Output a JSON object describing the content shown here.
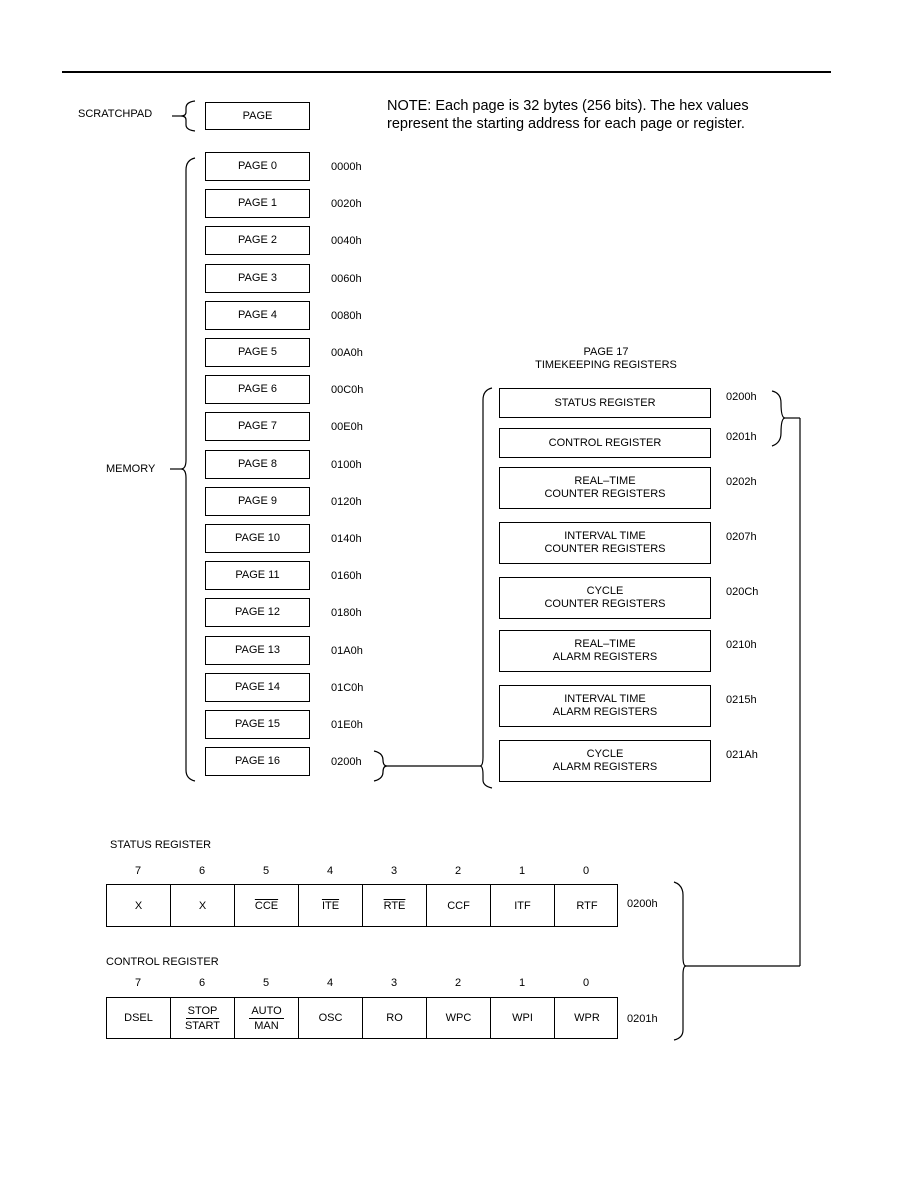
{
  "scratchpad": {
    "label": "SCRATCHPAD",
    "page_label": "PAGE"
  },
  "note": {
    "line1": "NOTE: Each page is 32 bytes (256 bits). The hex values",
    "line2": "represent the starting address for each page or register."
  },
  "memory": {
    "label": "MEMORY",
    "pages": [
      {
        "name": "PAGE 0",
        "addr": "0000h"
      },
      {
        "name": "PAGE 1",
        "addr": "0020h"
      },
      {
        "name": "PAGE 2",
        "addr": "0040h"
      },
      {
        "name": "PAGE 3",
        "addr": "0060h"
      },
      {
        "name": "PAGE 4",
        "addr": "0080h"
      },
      {
        "name": "PAGE 5",
        "addr": "00A0h"
      },
      {
        "name": "PAGE 6",
        "addr": "00C0h"
      },
      {
        "name": "PAGE 7",
        "addr": "00E0h"
      },
      {
        "name": "PAGE 8",
        "addr": "0100h"
      },
      {
        "name": "PAGE 9",
        "addr": "0120h"
      },
      {
        "name": "PAGE 10",
        "addr": "0140h"
      },
      {
        "name": "PAGE 11",
        "addr": "0160h"
      },
      {
        "name": "PAGE 12",
        "addr": "0180h"
      },
      {
        "name": "PAGE 13",
        "addr": "01A0h"
      },
      {
        "name": "PAGE 14",
        "addr": "01C0h"
      },
      {
        "name": "PAGE 15",
        "addr": "01E0h"
      },
      {
        "name": "PAGE 16",
        "addr": "0200h"
      }
    ]
  },
  "page17": {
    "title1": "PAGE 17",
    "title2": "TIMEKEEPING REGISTERS",
    "registers": [
      {
        "line1": "STATUS REGISTER",
        "line2": "",
        "addr": "0200h"
      },
      {
        "line1": "CONTROL REGISTER",
        "line2": "",
        "addr": "0201h"
      },
      {
        "line1": "REAL–TIME",
        "line2": "COUNTER REGISTERS",
        "addr": "0202h"
      },
      {
        "line1": "INTERVAL TIME",
        "line2": "COUNTER REGISTERS",
        "addr": "0207h"
      },
      {
        "line1": "CYCLE",
        "line2": "COUNTER REGISTERS",
        "addr": "020Ch"
      },
      {
        "line1": "REAL–TIME",
        "line2": "ALARM REGISTERS",
        "addr": "0210h"
      },
      {
        "line1": "INTERVAL TIME",
        "line2": "ALARM REGISTERS",
        "addr": "0215h"
      },
      {
        "line1": "CYCLE",
        "line2": "ALARM REGISTERS",
        "addr": "021Ah"
      }
    ]
  },
  "status_register": {
    "title": "STATUS REGISTER",
    "bit_numbers": [
      "7",
      "6",
      "5",
      "4",
      "3",
      "2",
      "1",
      "0"
    ],
    "bits": [
      {
        "text": "X",
        "overline": false
      },
      {
        "text": "X",
        "overline": false
      },
      {
        "text": "CCE",
        "overline": true
      },
      {
        "text": "ITE",
        "overline": true
      },
      {
        "text": "RTE",
        "overline": true
      },
      {
        "text": "CCF",
        "overline": false
      },
      {
        "text": "ITF",
        "overline": false
      },
      {
        "text": "RTF",
        "overline": false
      }
    ],
    "addr": "0200h"
  },
  "control_register": {
    "title": "CONTROL REGISTER",
    "bit_numbers": [
      "7",
      "6",
      "5",
      "4",
      "3",
      "2",
      "1",
      "0"
    ],
    "bits": [
      {
        "text": "DSEL"
      },
      {
        "top": "STOP",
        "bottom": "START"
      },
      {
        "top": "AUTO",
        "bottom": "MAN"
      },
      {
        "text": "OSC"
      },
      {
        "text": "RO"
      },
      {
        "text": "WPC"
      },
      {
        "text": "WPI"
      },
      {
        "text": "WPR"
      }
    ],
    "addr": "0201h"
  }
}
